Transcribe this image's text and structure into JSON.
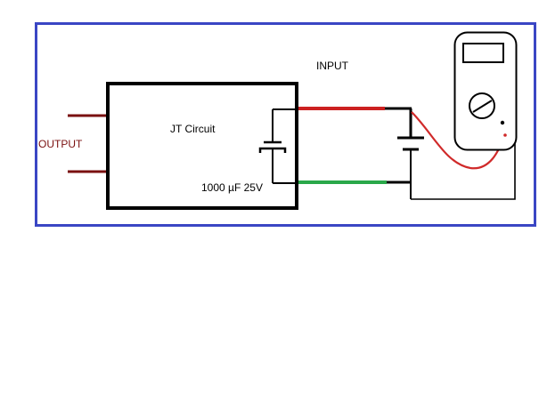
{
  "diagram": {
    "input_label": "INPUT",
    "output_label": "OUTPUT",
    "circuit_label": "JT Circuit",
    "capacitor_label": "1000 µF 25V"
  },
  "colors": {
    "frame": "#3a46c4",
    "positive_wire": "#cc2020",
    "negative_wire": "#2aa84a",
    "output_leads": "#7a1010",
    "probe_wire": "#d02a2a",
    "lines": "#000000"
  },
  "icons": {
    "battery": "battery-symbol",
    "capacitor": "polarized-capacitor-symbol",
    "meter": "multimeter-icon"
  }
}
